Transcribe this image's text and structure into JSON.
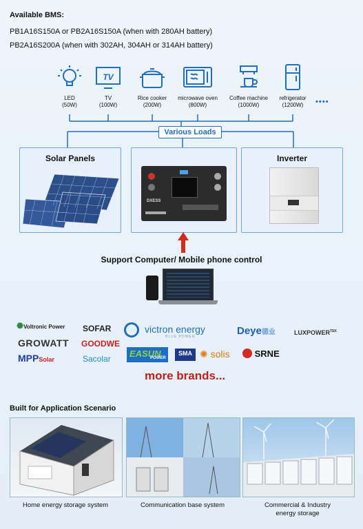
{
  "header": {
    "title": "Available BMS:",
    "line1": "PB1A16S150A or PB2A16S150A (when with 280AH battery)",
    "line2": "PB2A16S200A (when with 302AH, 304AH or 314AH battery)"
  },
  "appliances": [
    {
      "icon": "led-bulb-icon",
      "name": "LED",
      "power": "(50W)"
    },
    {
      "icon": "tv-icon",
      "name": "TV",
      "power": "(100W)"
    },
    {
      "icon": "rice-cooker-icon",
      "name": "Rice cooker",
      "power": "(200W)"
    },
    {
      "icon": "microwave-oven-icon",
      "name": "microwave oven",
      "power": "(800W)"
    },
    {
      "icon": "coffee-machine-icon",
      "name": "Coffee machine",
      "power": "(1000W)"
    },
    {
      "icon": "refrigerator-icon",
      "name": "refrigerator",
      "power": "(1200W)"
    }
  ],
  "more_glyph": "• • • •",
  "tv_label": "TV",
  "loads_label": "Various Loads",
  "boxes": {
    "solar": "Solar Panels",
    "inverter": "Inverter"
  },
  "battery_brand": "DXESS",
  "control_label": "Support Computer/ Mobile phone control",
  "brands": {
    "voltronic": "Voltronic Power",
    "sofar": "SOFAR",
    "victron": "victron energy",
    "victron_sub": "BLUE POWER",
    "deye": "Deye",
    "deye_cn": "德业",
    "luxpower": "LUXPOWER",
    "luxpower_tek": "TEK",
    "growatt": "GROWATT",
    "goodwe": "GOODWE",
    "mpp": "MPP",
    "mpp_sub": "Solar",
    "sacolar": "Sacolar",
    "easun": "EASUN",
    "easun_sub": "POWER",
    "sma": "SMA",
    "solis": "solis",
    "srne": "SRNE"
  },
  "more_brands": "more brands...",
  "scenario_title": "Built for Application Scenario",
  "scenarios": [
    "Home energy storage system",
    "Communication base system",
    "Commercial & Industry energy storage"
  ],
  "colors": {
    "accent": "#1f6fc0",
    "box_border": "#6aa6e0",
    "red": "#c8231e"
  }
}
